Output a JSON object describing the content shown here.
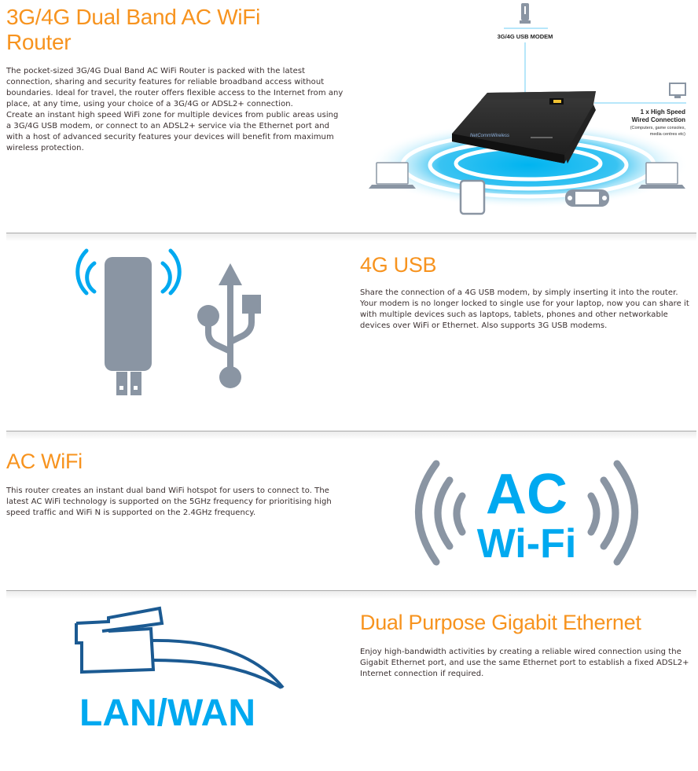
{
  "sections": [
    {
      "title_line1": "3G/4G Dual Band AC WiFi",
      "title_line2": "Router",
      "paragraphs": [
        "The pocket-sized 3G/4G Dual Band AC WiFi Router is packed with the latest connection, sharing and security features for reliable broadband access without boundaries. Ideal for travel, the router offers flexible access to the Internet from any place, at any time, using your choice of a 3G/4G or ADSL2+ connection.",
        "Create an instant high speed WiFi zone for multiple devices from public areas using a 3G/4G USB modem, or connect to an ADSL2+ service via the Ethernet port and with a host of advanced security features your devices will benefit from maximum wireless protection."
      ],
      "diagram": {
        "modem_label": "3G/4G USB MODEM",
        "wired_label_line1": "1 x High Speed",
        "wired_label_line2": "Wired Connection",
        "wired_note_line1": "(Computers, game consoles,",
        "wired_note_line2": "media centres etc)",
        "brand": "NetCommWireless",
        "devices": [
          "laptop-icon",
          "tablet-icon",
          "game-console-icon",
          "laptop-icon",
          "desktop-monitor-icon",
          "usb-modem-icon"
        ]
      }
    },
    {
      "title": "4G USB",
      "paragraph": "Share the connection of a 4G USB modem, by simply inserting it into the router. Your modem is no longer locked to single use for your laptop, now you can share it with multiple devices such as laptops, tablets, phones and other networkable devices over WiFi or Ethernet. Also supports 3G USB modems.",
      "icons": [
        "usb-modem-signal-icon",
        "usb-symbol-icon"
      ]
    },
    {
      "title": "AC WiFi",
      "paragraph": "This router creates an instant dual band WiFi hotspot for users to connect to. The latest AC WiFi technology is supported on the 5GHz frequency for prioritising high speed traffic and WiFi N is supported on the 2.4GHz frequency.",
      "logo_line1": "AC",
      "logo_line2": "Wi-Fi"
    },
    {
      "title": "Dual Purpose Gigabit Ethernet",
      "paragraph": "Enjoy high-bandwidth activities by creating a reliable wired connection using the Gigabit Ethernet port, and use the same Ethernet port to establish a fixed ADSL2+ Internet connection if required.",
      "logo_text": "LAN/WAN"
    }
  ],
  "colors": {
    "heading_orange": "#f7931e",
    "accent_blue": "#00a9f0",
    "icon_gray": "#8a95a3",
    "dark_blue": "#1b5a92"
  }
}
